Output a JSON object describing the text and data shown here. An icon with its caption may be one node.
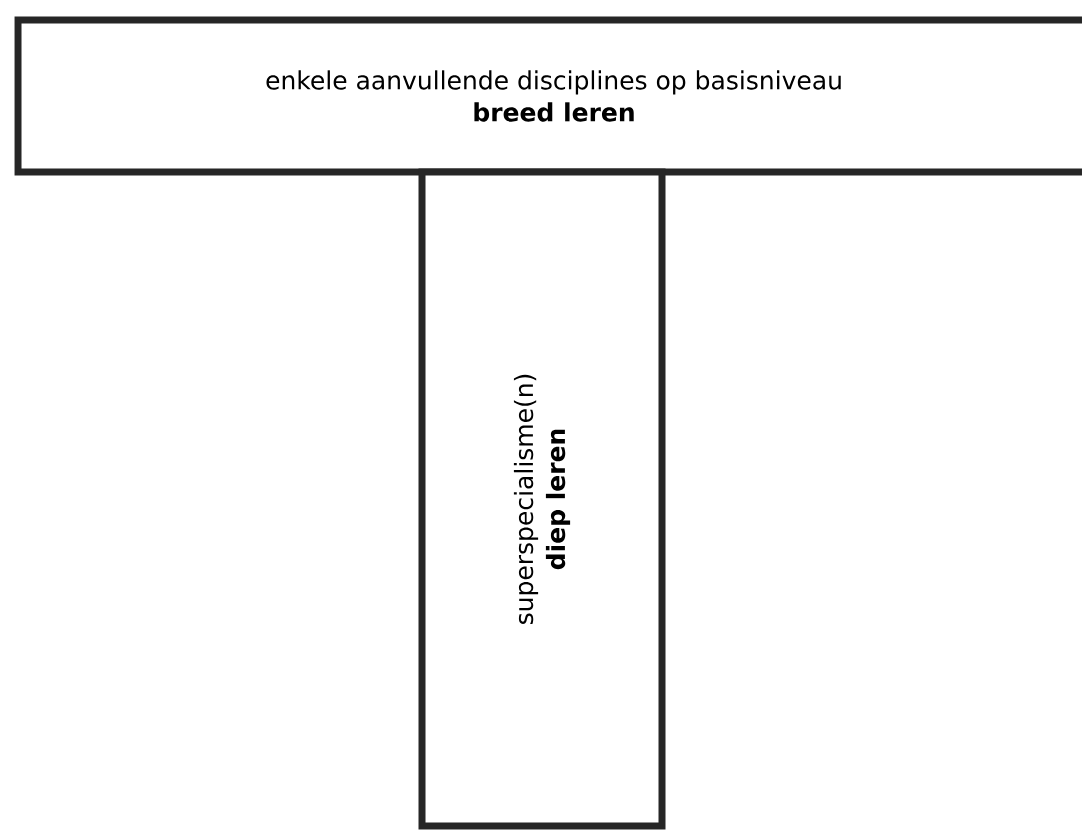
{
  "diagram": {
    "nodes": [
      {
        "text": [
          "enkele aanvullende disciplines op basisniveau",
          "breed leren"
        ]
      },
      {
        "text": [
          "superspecialisme(n)",
          "diep leren"
        ]
      }
    ]
  }
}
